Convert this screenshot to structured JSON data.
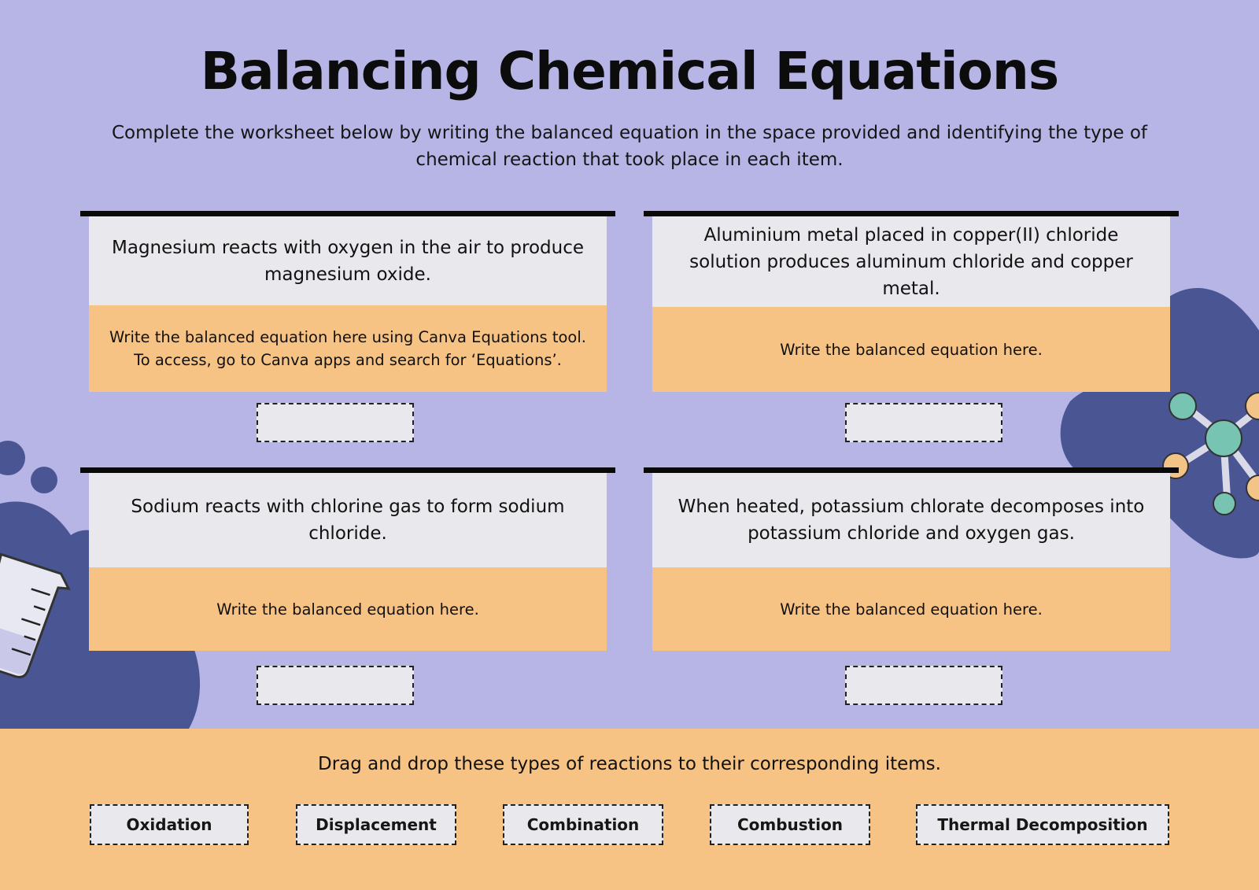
{
  "title": "Balancing Chemical Equations",
  "subtitle": "Complete the worksheet below by writing the balanced equation in the space provided and identifying the type of chemical reaction that took place in each item.",
  "items": [
    {
      "question": "Magnesium reacts with oxygen in the air to produce magnesium oxide.",
      "answer_prompt": "Write the balanced equation here using Canva Equations tool. To access, go to Canva apps and search for ‘Equations’."
    },
    {
      "question": "Aluminium metal placed in copper(II) chloride solution produces aluminum chloride and copper metal.",
      "answer_prompt": "Write the balanced equation here."
    },
    {
      "question": "Sodium reacts with chlorine gas to form sodium chloride.",
      "answer_prompt": "Write the balanced equation here."
    },
    {
      "question": "When heated, potassium chlorate decomposes into potassium chloride and oxygen gas.",
      "answer_prompt": "Write the balanced equation here."
    }
  ],
  "instruction": "Drag and drop these types of reactions to their corresponding items.",
  "reaction_types": [
    "Oxidation",
    "Displacement",
    "Combination",
    "Combustion",
    "Thermal Decomposition"
  ],
  "colors": {
    "background": "#b6b5e6",
    "accent_orange": "#f6c384",
    "card_gray": "#e9e8ec",
    "blob_blue": "#4a5594"
  },
  "icons": [
    "beaker-icon",
    "molecule-icon"
  ]
}
